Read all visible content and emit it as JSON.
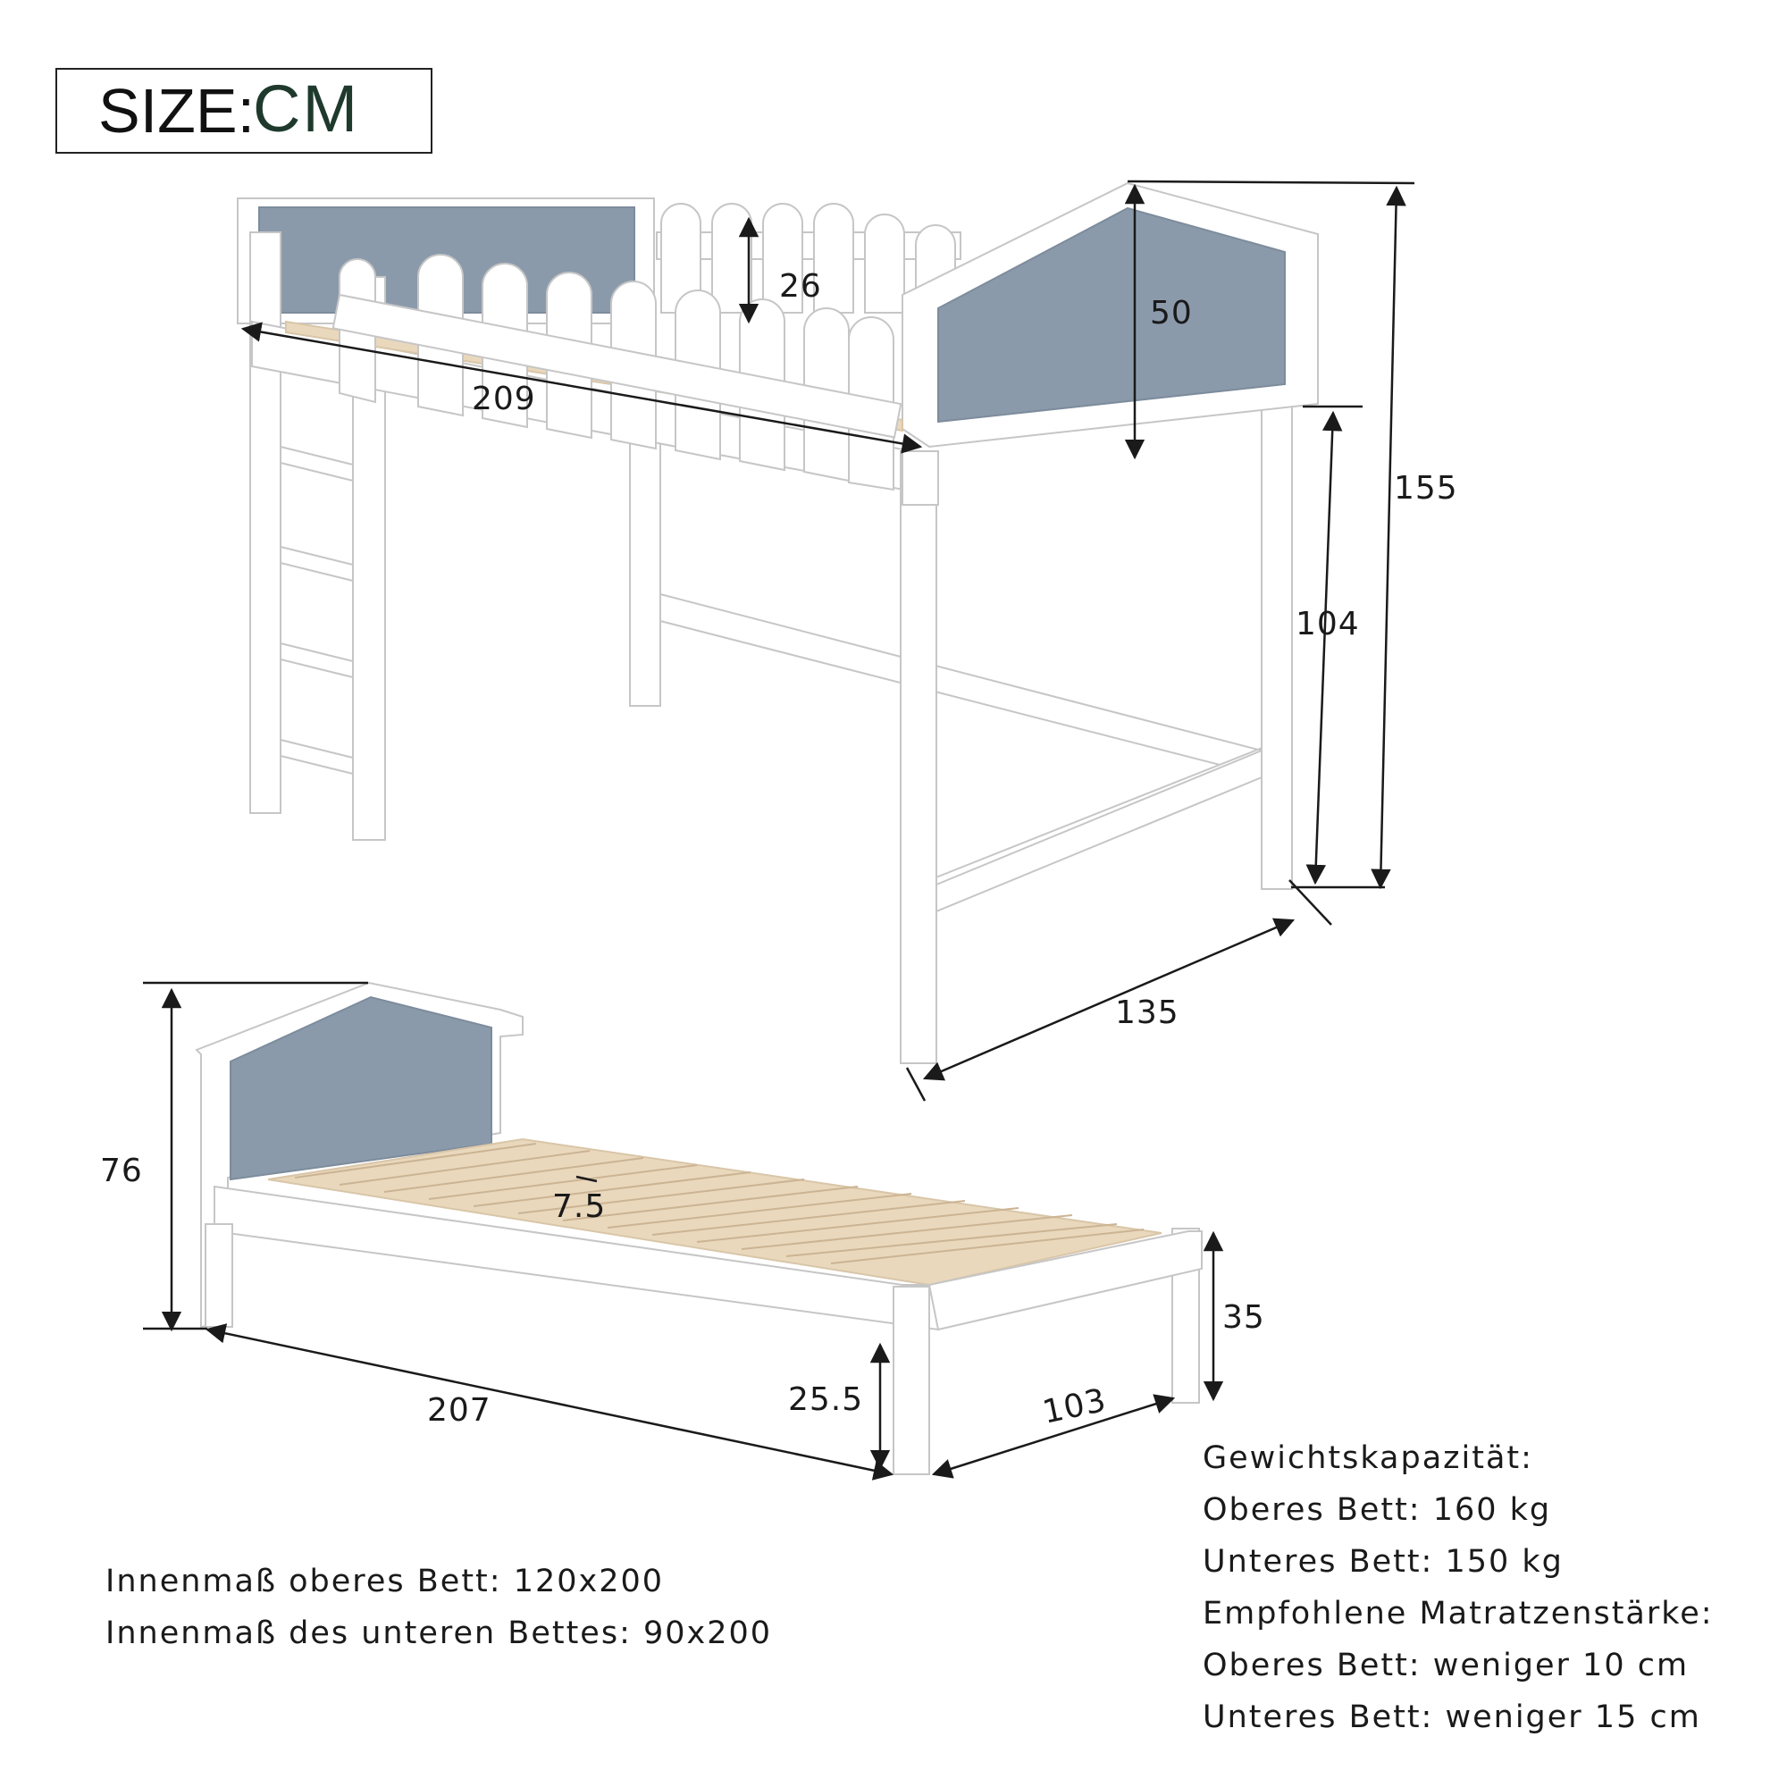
{
  "header": {
    "size_label": "SIZE:",
    "unit": "CM"
  },
  "loft_bed": {
    "dimensions": {
      "length": "209",
      "guard_height": "26",
      "headboard_height": "50",
      "total_height": "155",
      "clearance_height": "104",
      "width": "135"
    }
  },
  "lower_bed": {
    "dimensions": {
      "headboard_height": "76",
      "slat_gap": "7.5",
      "footboard_height": "35",
      "length": "207",
      "leg_height": "25.5",
      "width": "103"
    }
  },
  "inner_dimensions": {
    "upper": "Innenmaß oberes Bett: 120x200",
    "lower": "Innenmaß des unteren Bettes: 90x200"
  },
  "capacity": {
    "heading": "Gewichtskapazität:",
    "upper": "Oberes Bett: 160 kg",
    "lower": "Unteres Bett: 150 kg",
    "mattress_heading": "Empfohlene Matratzenstärke:",
    "mattress_upper": "Oberes Bett: weniger 10 cm",
    "mattress_lower": "Unteres Bett: weniger 15 cm"
  },
  "colors": {
    "panel": "#8b9aab",
    "frame": "#ffffff",
    "slats": "#ead8bd",
    "outline": "#c9c9c9"
  }
}
